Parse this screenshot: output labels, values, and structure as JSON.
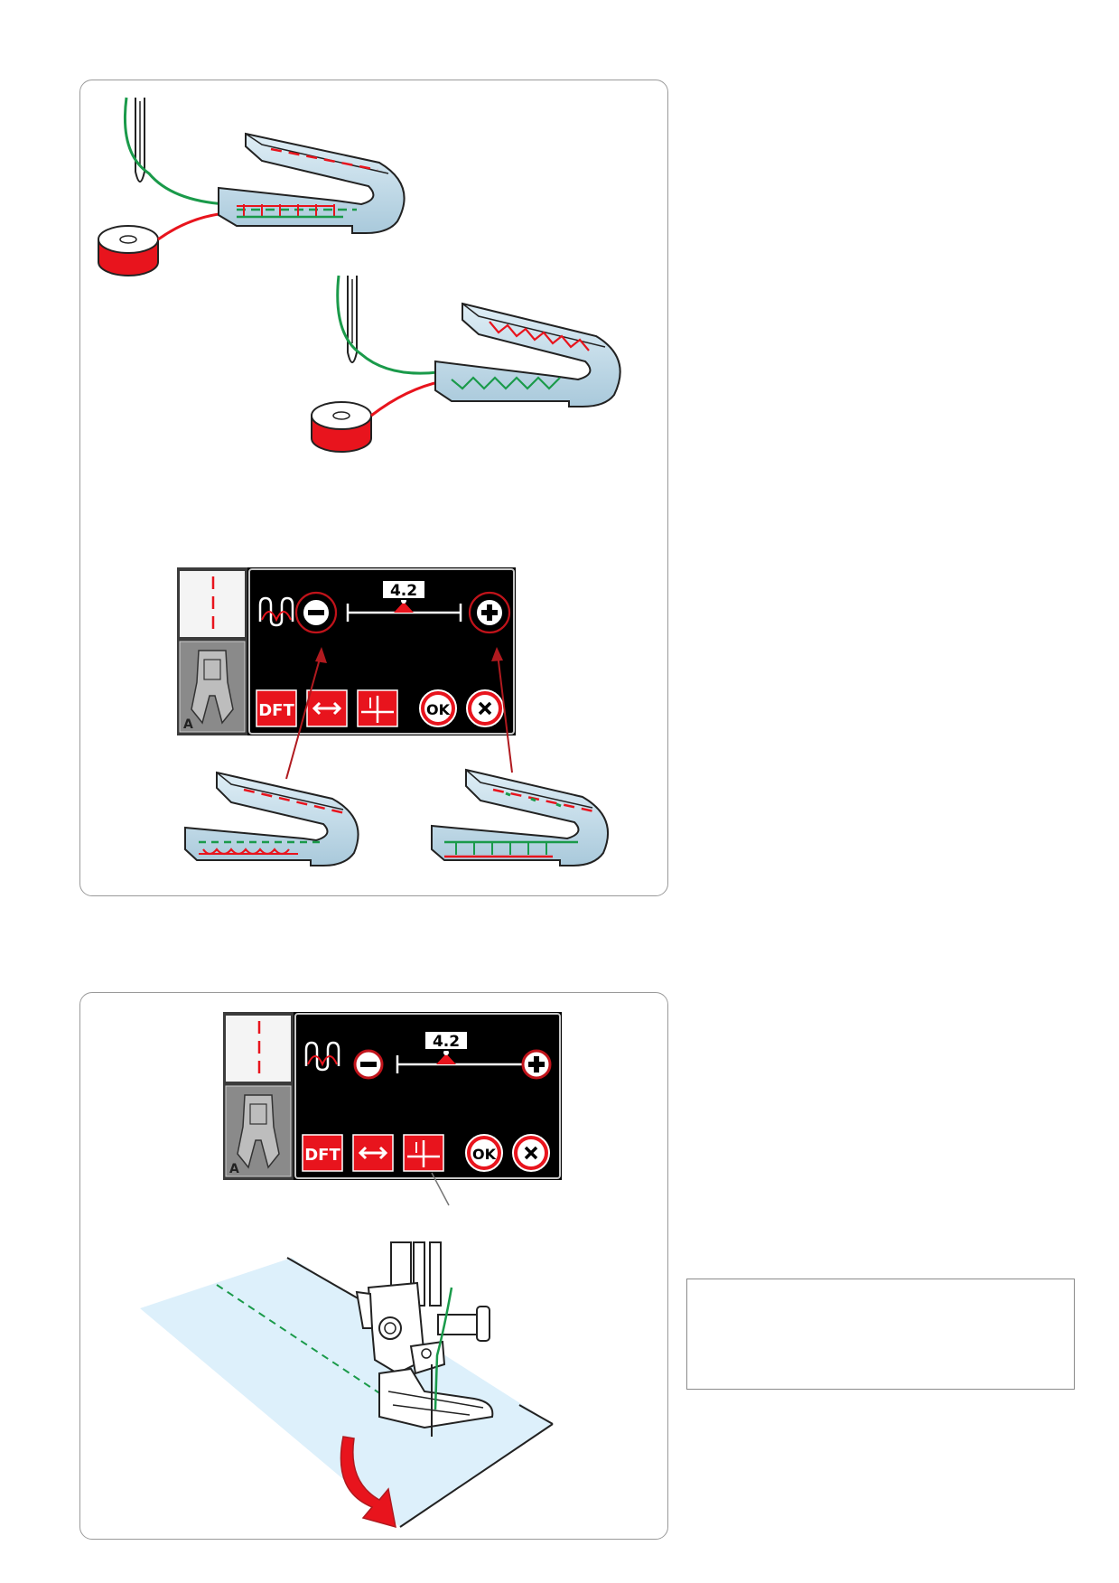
{
  "tension_screen_top": {
    "value": "4.2",
    "buttons": [
      "DFT",
      "OK"
    ],
    "colors": {
      "lcd_bg": "#000000",
      "accent": "#e8141d",
      "fabric": "#c9e2ef"
    }
  },
  "tension_screen_bottom": {
    "value": "4.2",
    "buttons": [
      "DFT",
      "OK"
    ]
  },
  "thread_colors": {
    "needle": "#1a9a4a",
    "bobbin": "#e8141d"
  }
}
